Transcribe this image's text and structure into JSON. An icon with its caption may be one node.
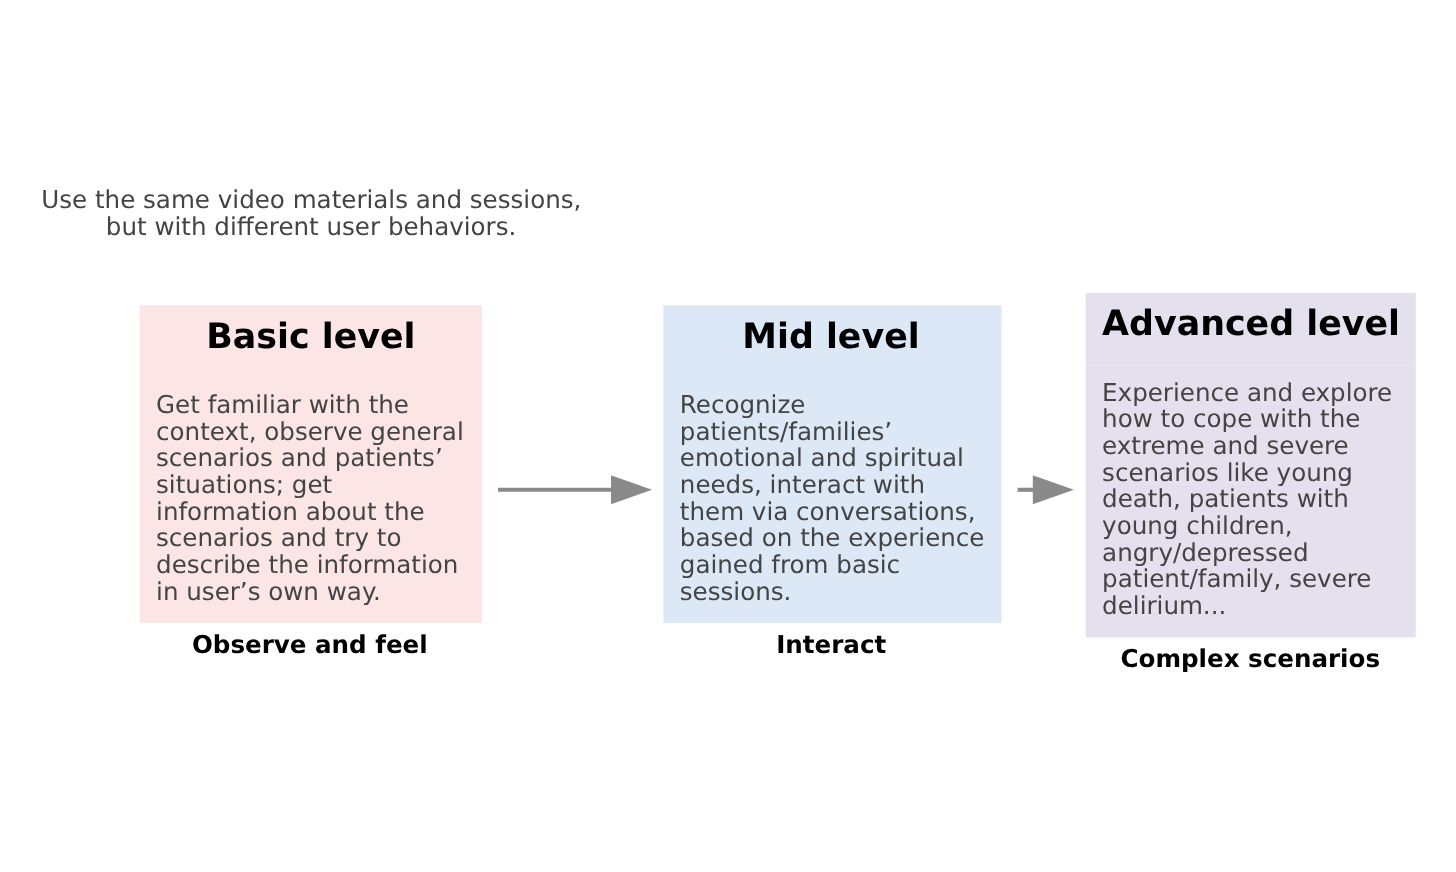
{
  "diagram": {
    "nodes": [
      {
        "text": [
          "Basic level",
          "Get familiar with the context, observe general scenarios and patients’ situations; get information about the scenarios and try to describe the information in user’s own way."
        ],
        "beside": [
          "Observe and feel"
        ]
      },
      {
        "text": [
          "Mid level",
          "Recognize patients/families’ emotional and spiritual needs, interact with them via conversations, based on the experience gained from basic sessions."
        ],
        "beside": [
          "Interact"
        ]
      },
      {
        "text": [
          "Advanced level",
          "Experience and explore how to cope with the extreme and severe scenarios like young death, patients with young children, angry/depressed patient/family, severe delirium..."
        ],
        "beside": [
          "Complex scenarios"
        ]
      }
    ],
    "edges": [
      {
        "from": 0,
        "to": 1,
        "arrow": "to"
      },
      {
        "from": 1,
        "to": 2,
        "arrow": "to"
      }
    ],
    "labels": [
      "Use the same video materials and sessions, but with different user behaviors."
    ]
  }
}
